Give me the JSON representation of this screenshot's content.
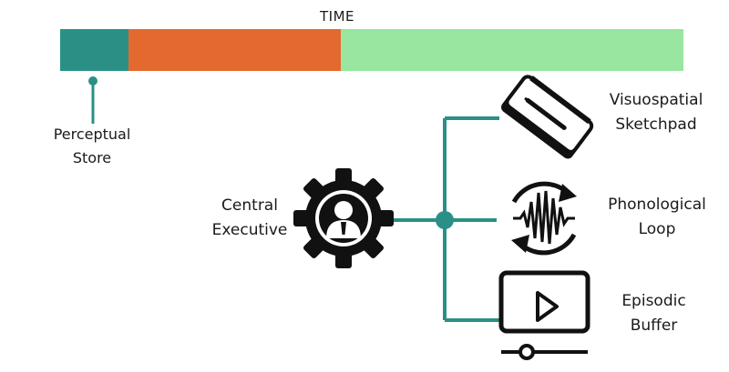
{
  "timeline": {
    "title": "TIME",
    "segments": [
      {
        "name": "perceptual-store-segment",
        "color": "#2a9086"
      },
      {
        "name": "middle-segment",
        "color": "#e4692f"
      },
      {
        "name": "later-segment",
        "color": "#98e6a0"
      }
    ]
  },
  "perceptual_store": {
    "line1": "Perceptual",
    "line2": "Store"
  },
  "central_executive": {
    "line1": "Central",
    "line2": "Executive",
    "icon": "gear-person-icon"
  },
  "components": [
    {
      "line1": "Visuospatial",
      "line2": "Sketchpad",
      "icon": "notepad-pen-icon"
    },
    {
      "line1": "Phonological",
      "line2": "Loop",
      "icon": "sound-wave-loop-icon"
    },
    {
      "line1": "Episodic",
      "line2": "Buffer",
      "icon": "video-player-icon"
    }
  ],
  "colors": {
    "connector": "#2a9086",
    "icon": "#111111"
  }
}
